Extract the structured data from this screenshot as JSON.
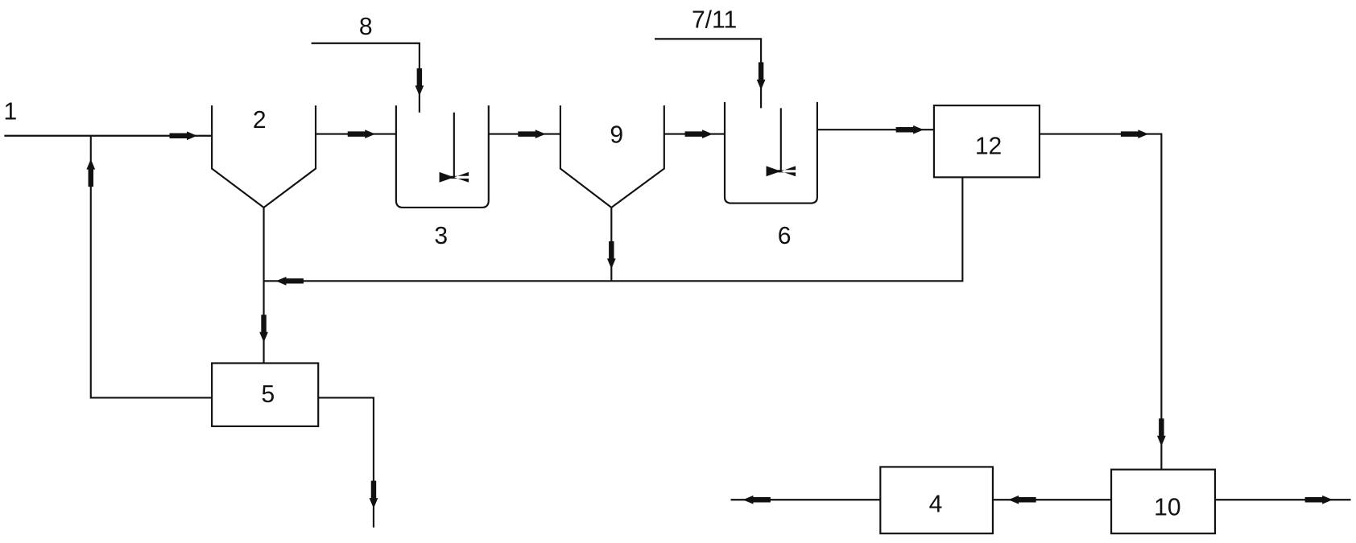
{
  "diagram": {
    "labels": {
      "inlet": "1",
      "unit_2": "2",
      "unit_3": "3",
      "unit_4": "4",
      "unit_5": "5",
      "unit_6": "6",
      "feed_7_11": "7/11",
      "feed_8": "8",
      "unit_9": "9",
      "unit_10": "10",
      "unit_12": "12"
    },
    "colors": {
      "line": "#111111",
      "background": "#ffffff"
    }
  }
}
